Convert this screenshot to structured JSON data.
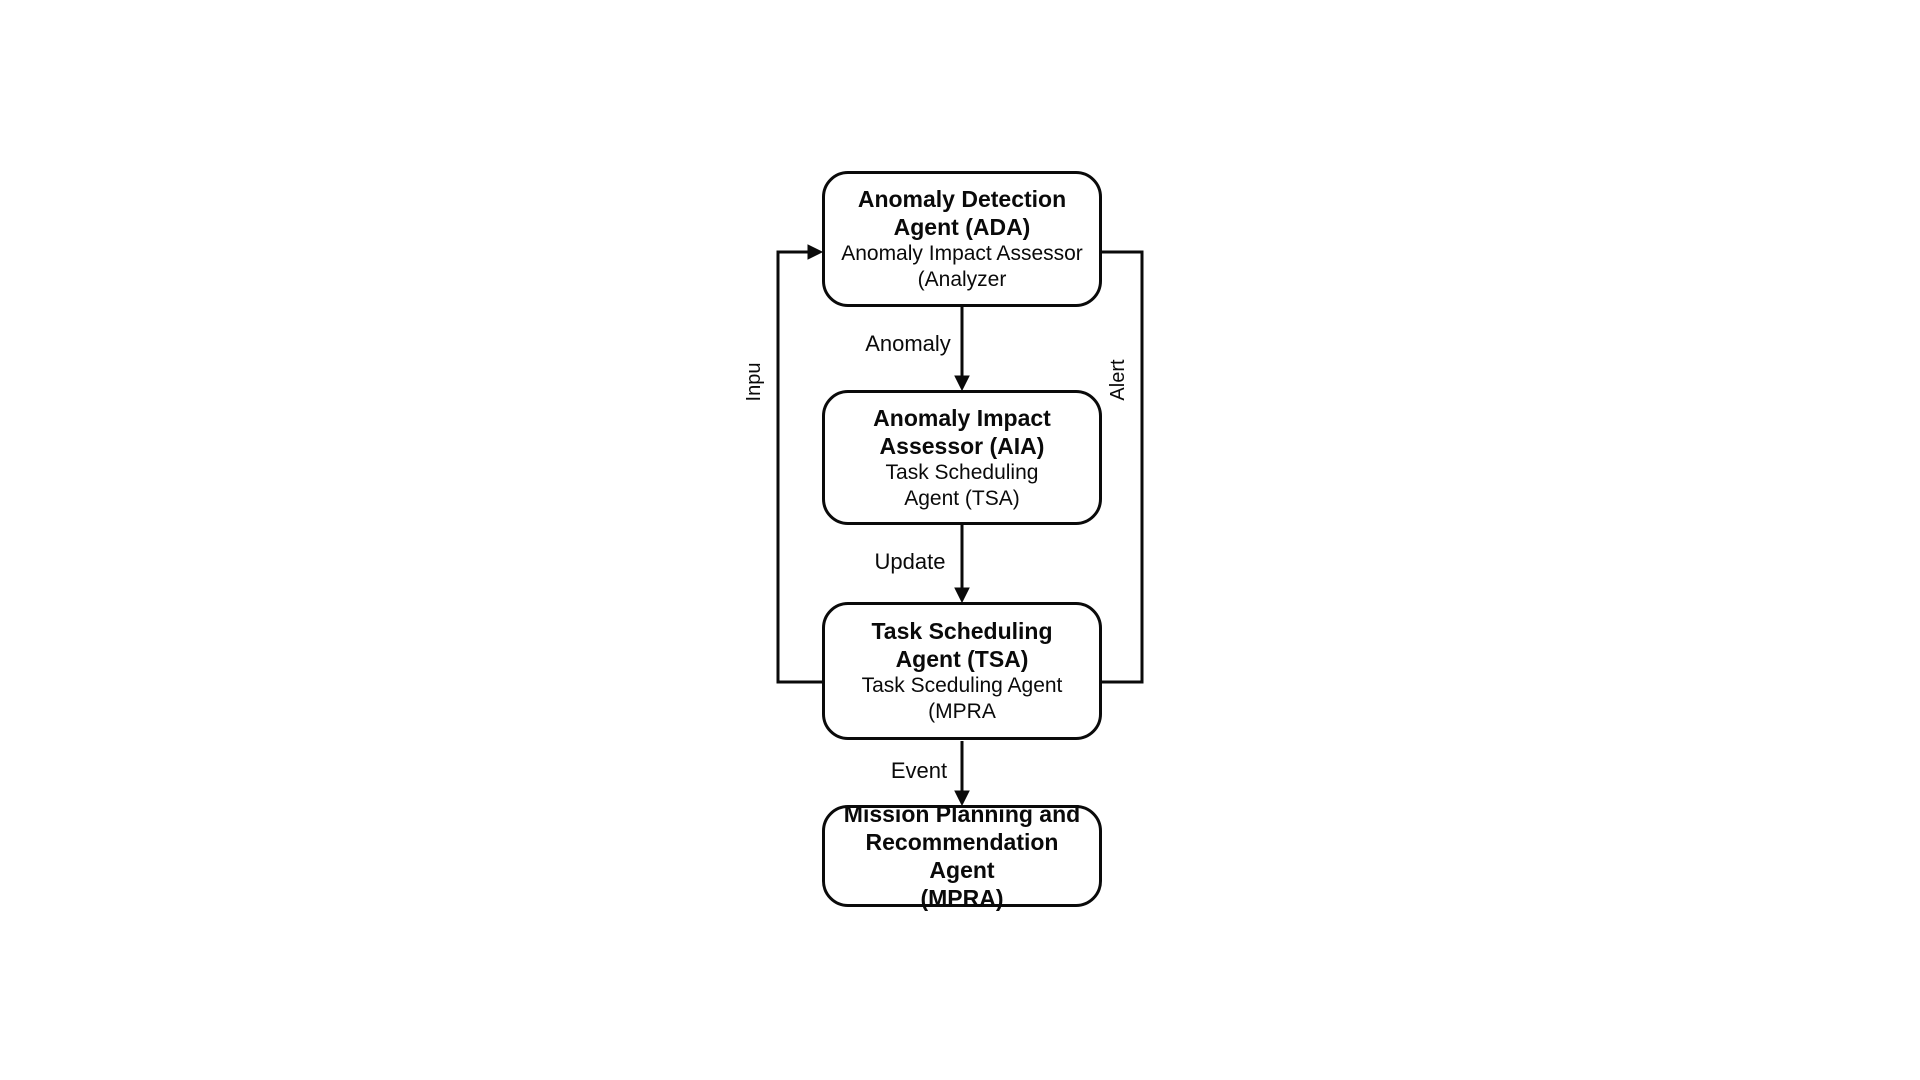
{
  "diagram": {
    "type": "flowchart",
    "direction": "top-down",
    "colors": {
      "background": "#ffffff",
      "node_fill": "#ffffff",
      "stroke": "#0a0a0a",
      "text": "#0a0a0a"
    },
    "nodes": [
      {
        "id": "ada",
        "title": "Anomaly Detection\nAgent (ADA)",
        "subtitle": "Anomaly Impact Assessor\n(Analyzer"
      },
      {
        "id": "aia",
        "title": "Anomaly Impact\nAssessor (AIA)",
        "subtitle": "Task Scheduling\nAgent (TSA)"
      },
      {
        "id": "tsa",
        "title": "Task Scheduling\nAgent (TSA)",
        "subtitle": "Task Sceduling Agent\n(MPRA"
      },
      {
        "id": "mpra",
        "title": "Mission Planning and\nRecommendation Agent\n(MPRA)",
        "subtitle": ""
      }
    ],
    "edges": [
      {
        "from": "ada",
        "to": "aia",
        "label": "Anomaly"
      },
      {
        "from": "aia",
        "to": "tsa",
        "label": "Update"
      },
      {
        "from": "tsa",
        "to": "mpra",
        "label": "Event"
      },
      {
        "from": "tsa",
        "to": "ada",
        "label": "Inpu"
      },
      {
        "from": "ada",
        "to": "tsa",
        "label": "Alert"
      }
    ]
  }
}
